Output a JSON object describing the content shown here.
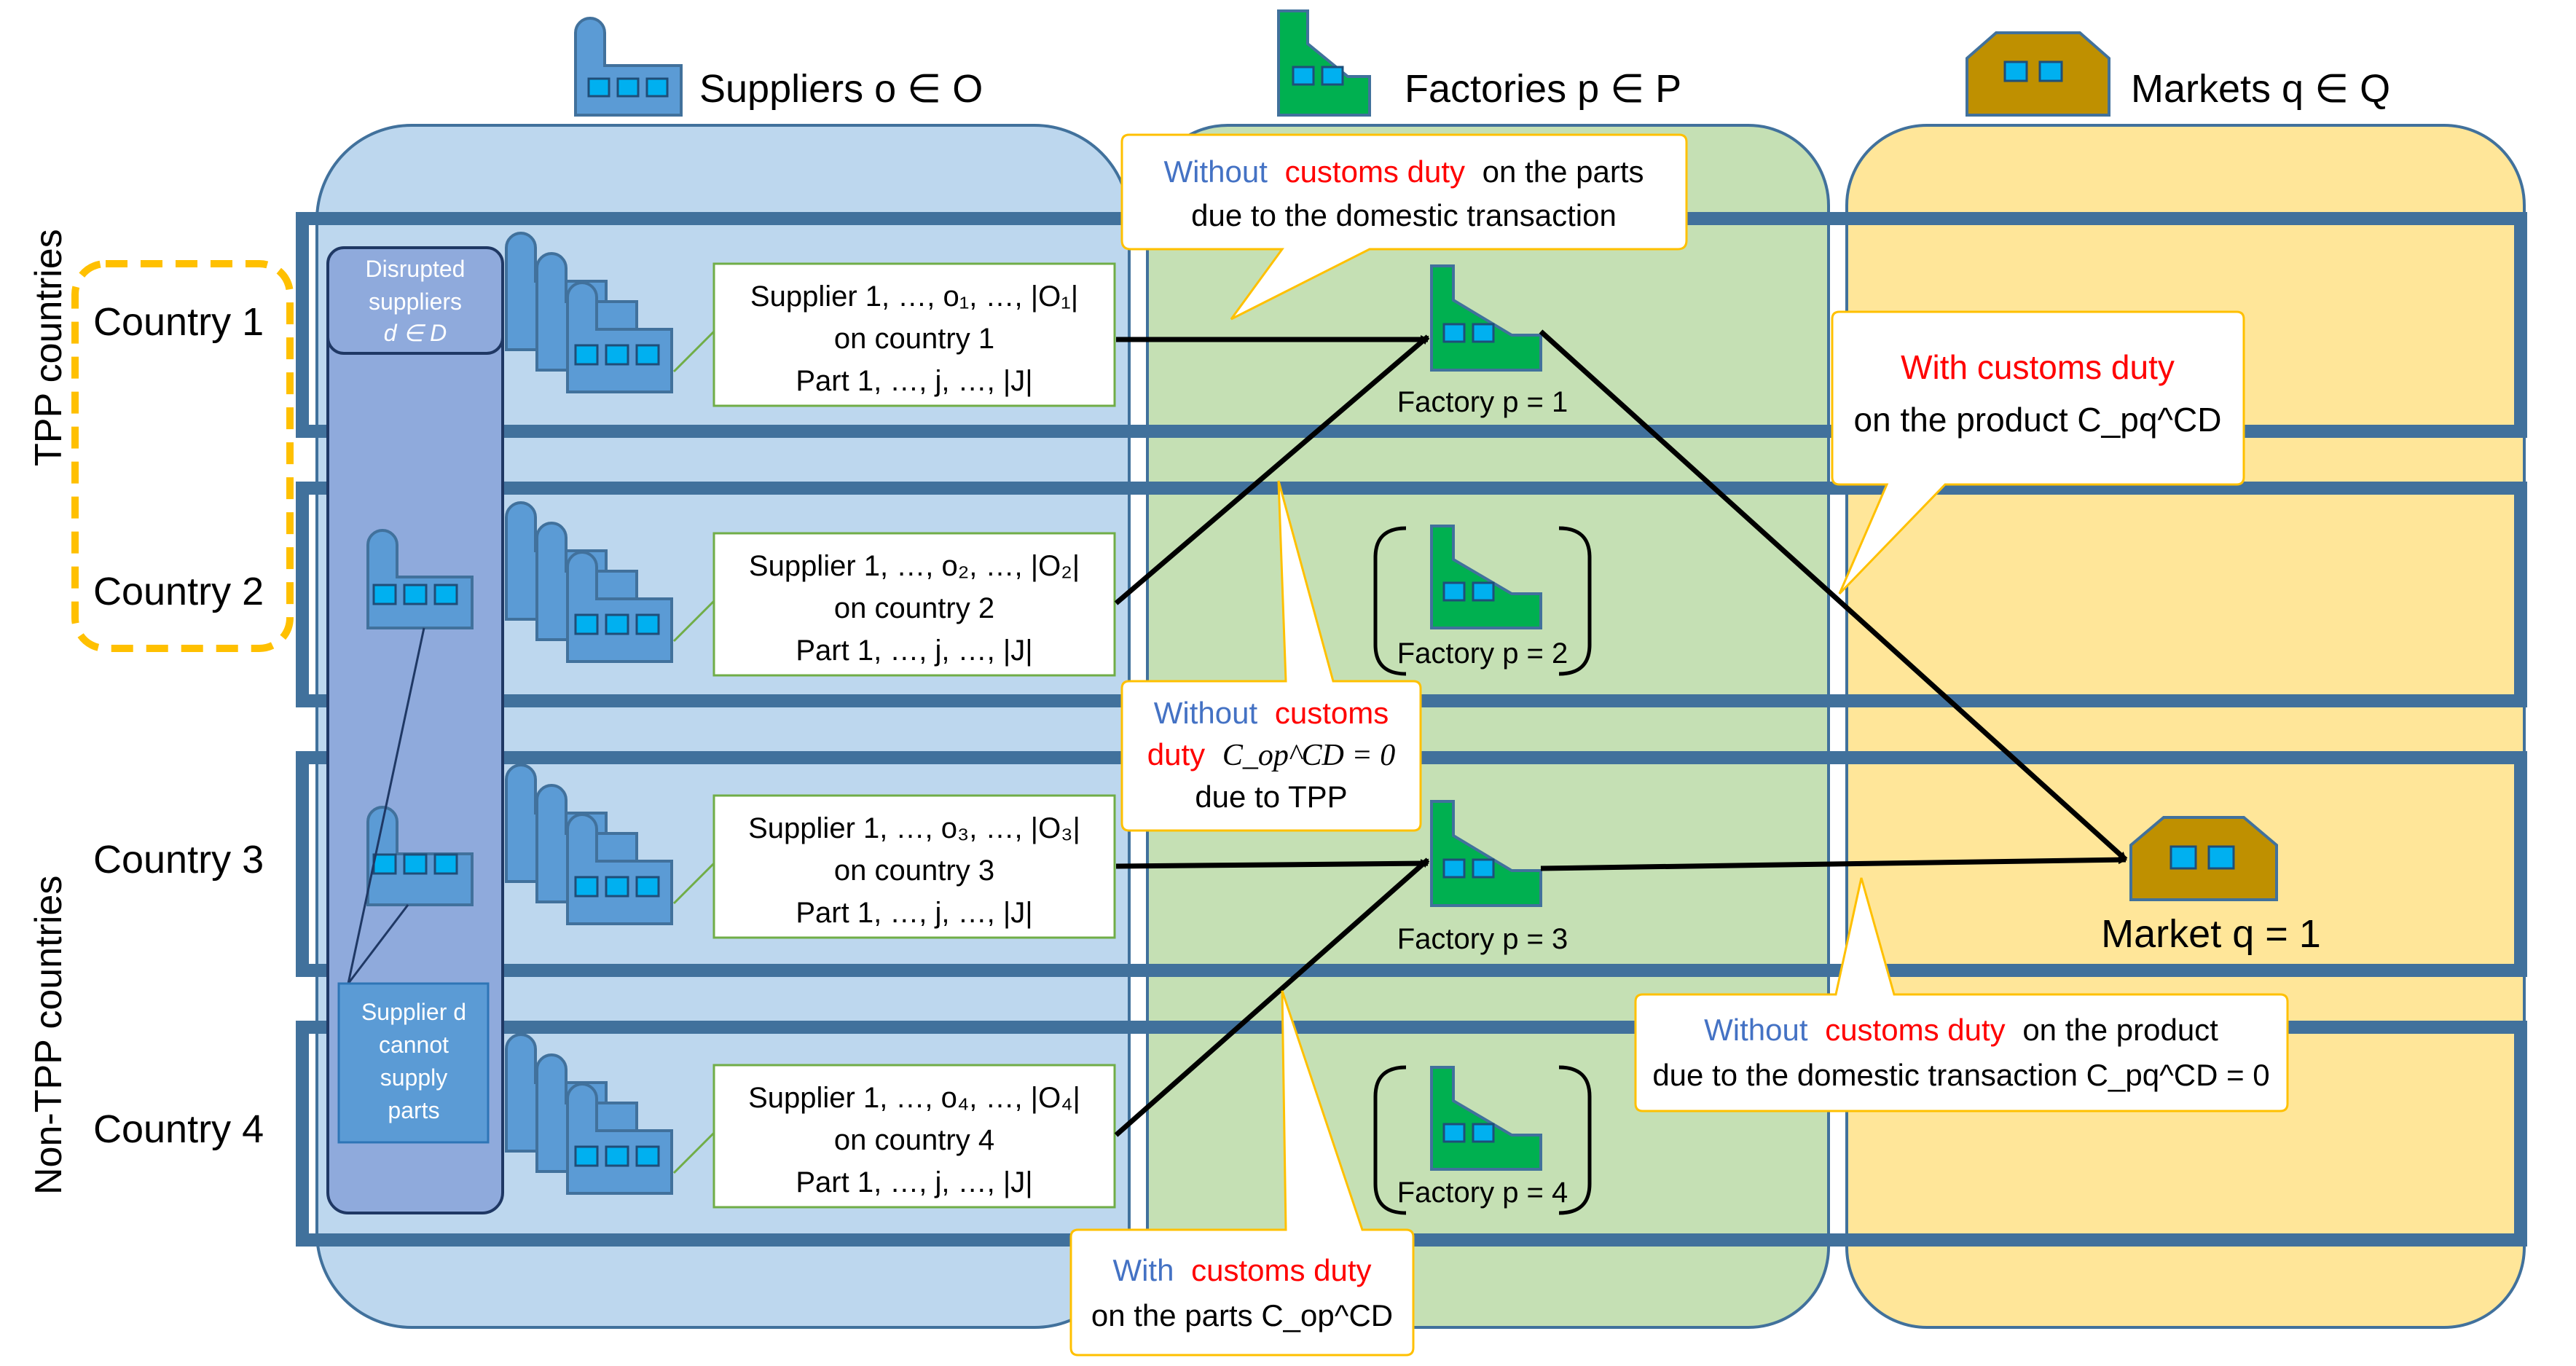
{
  "headers": {
    "suppliers": "Suppliers o ∈ O",
    "factories": "Factories p ∈ P",
    "markets": "Markets q ∈ Q"
  },
  "groups": {
    "tpp": "TPP countries",
    "non_tpp": "Non-TPP countries"
  },
  "countries": [
    "Country 1",
    "Country 2",
    "Country 3",
    "Country 4"
  ],
  "disrupted": {
    "line1": "Disrupted",
    "line2": "suppliers",
    "line3": "d ∈ D"
  },
  "cannot_supply": [
    "Supplier d",
    "cannot",
    "supply",
    "parts"
  ],
  "supplier_boxes": [
    {
      "line1": "Supplier 1, …, o₁, …, |O₁|",
      "line2": "on country 1",
      "line3": "Part 1, …, j, …, |J|"
    },
    {
      "line1": "Supplier 1, …, o₂, …, |O₂|",
      "line2": "on country 2",
      "line3": "Part 1, …, j, …, |J|"
    },
    {
      "line1": "Supplier 1, …, o₃, …, |O₃|",
      "line2": "on country 3",
      "line3": "Part 1, …, j, …, |J|"
    },
    {
      "line1": "Supplier 1, …, o₄, …, |O₄|",
      "line2": "on country 4",
      "line3": "Part 1, …, j, …, |J|"
    }
  ],
  "factories": [
    "Factory p = 1",
    "Factory p = 2",
    "Factory p = 3",
    "Factory p = 4"
  ],
  "market": "Market q = 1",
  "callouts": {
    "domestic_parts": {
      "blue": "Without",
      "red": "customs duty",
      "rest": "on the parts",
      "line2": "due to the domestic transaction"
    },
    "tpp_parts": {
      "blue": "Without",
      "red1": "customs",
      "red2": "duty",
      "math": "C_op^CD = 0",
      "line3": "due to TPP"
    },
    "with_parts": {
      "blue": "With",
      "red": "customs duty",
      "line2": "on the parts C_op^CD"
    },
    "with_product": {
      "red": "With customs duty",
      "line2": "on the product C_pq^CD"
    },
    "domestic_product": {
      "blue": "Without",
      "red": "customs duty",
      "rest": "on the product",
      "line2": "due to the domestic transaction C_pq^CD = 0"
    }
  },
  "colors": {
    "supplier_panel": "#bdd7ee",
    "factory_panel": "#c5e0b4",
    "market_panel": "#ffe699",
    "country_band": "#41719c",
    "supplier_icon": "#5b9bd5",
    "factory_icon": "#00b050",
    "market_icon": "#bf9000",
    "window": "#00b0f0",
    "tpp_dash": "#ffc000",
    "blue_text": "#4472c4",
    "red_text": "#ff0000",
    "callout_border": "#ffc000"
  }
}
